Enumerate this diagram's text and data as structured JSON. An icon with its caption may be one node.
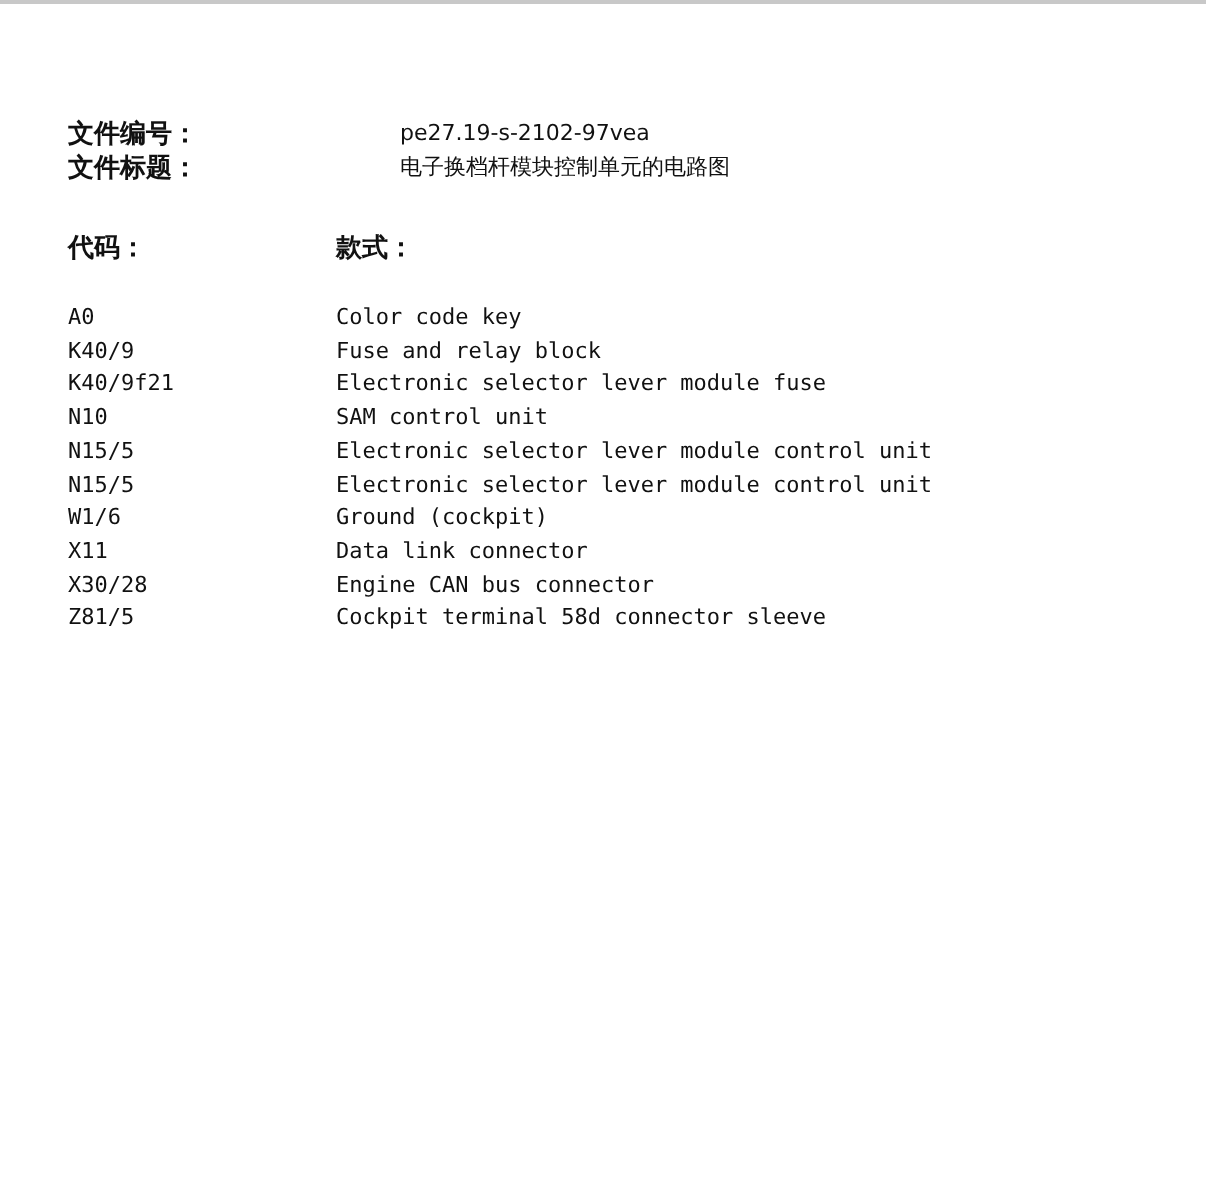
{
  "diagram": {
    "labels": [
      "文件编号：",
      "pe27.19-s-2102-97vea",
      "文件标题：",
      "电子换档杆模块控制单元的电路图",
      "代码：",
      "款式：",
      "A0",
      "Color code key",
      "K40/9",
      "Fuse and relay block",
      "K40/9f21",
      "Electronic selector lever module fuse",
      "N10",
      "SAM control unit",
      "N15/5",
      "Electronic selector lever module control unit",
      "N15/5",
      "Electronic selector lever module control unit",
      "W1/6",
      "Ground (cockpit)",
      "X11",
      "Data link connector",
      "X30/28",
      "Engine CAN bus connector",
      "Z81/5",
      "Cockpit terminal 58d connector sleeve"
    ]
  }
}
